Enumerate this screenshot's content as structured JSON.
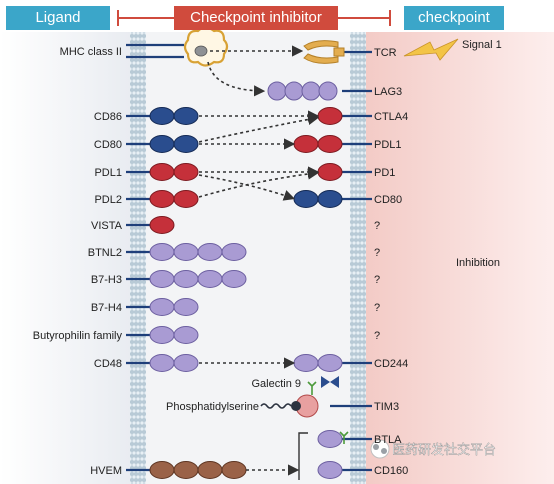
{
  "header": {
    "ligand": "Ligand",
    "inhibitor": "Checkpoint inhibitor",
    "checkpoint": "checkpoint"
  },
  "labels": {
    "signal1": "Signal 1",
    "inhibition": "Inhibition",
    "galectin9": "Galectin 9",
    "phosphatidylserine": "Phosphatidylserine",
    "watermark": "医药研发社交平台"
  },
  "rows": [
    {
      "ligand": "MHC class II",
      "receptor": "TCR"
    },
    {
      "ligand": "",
      "receptor": "LAG3"
    },
    {
      "ligand": "CD86",
      "receptor": "CTLA4"
    },
    {
      "ligand": "CD80",
      "receptor": "PDL1"
    },
    {
      "ligand": "PDL1",
      "receptor": "PD1"
    },
    {
      "ligand": "PDL2",
      "receptor": "CD80"
    },
    {
      "ligand": "VISTA",
      "receptor": "?"
    },
    {
      "ligand": "BTNL2",
      "receptor": "?"
    },
    {
      "ligand": "B7-H3",
      "receptor": "?"
    },
    {
      "ligand": "B7-H4",
      "receptor": "?"
    },
    {
      "ligand": "Butyrophilin family",
      "receptor": "?"
    },
    {
      "ligand": "CD48",
      "receptor": "CD244"
    },
    {
      "ligand": "",
      "receptor": "TIM3"
    },
    {
      "ligand": "",
      "receptor": "BTLA"
    },
    {
      "ligand": "HVEM",
      "receptor": "CD160"
    }
  ],
  "colors": {
    "header_blue": "#3ba6c9",
    "header_red": "#d04b3d",
    "lavender": "#a99bd3",
    "navy": "#2a4d8e",
    "crimson": "#c5303a",
    "brown": "#9a6248",
    "tcr_gold": "#e3ad4f"
  }
}
